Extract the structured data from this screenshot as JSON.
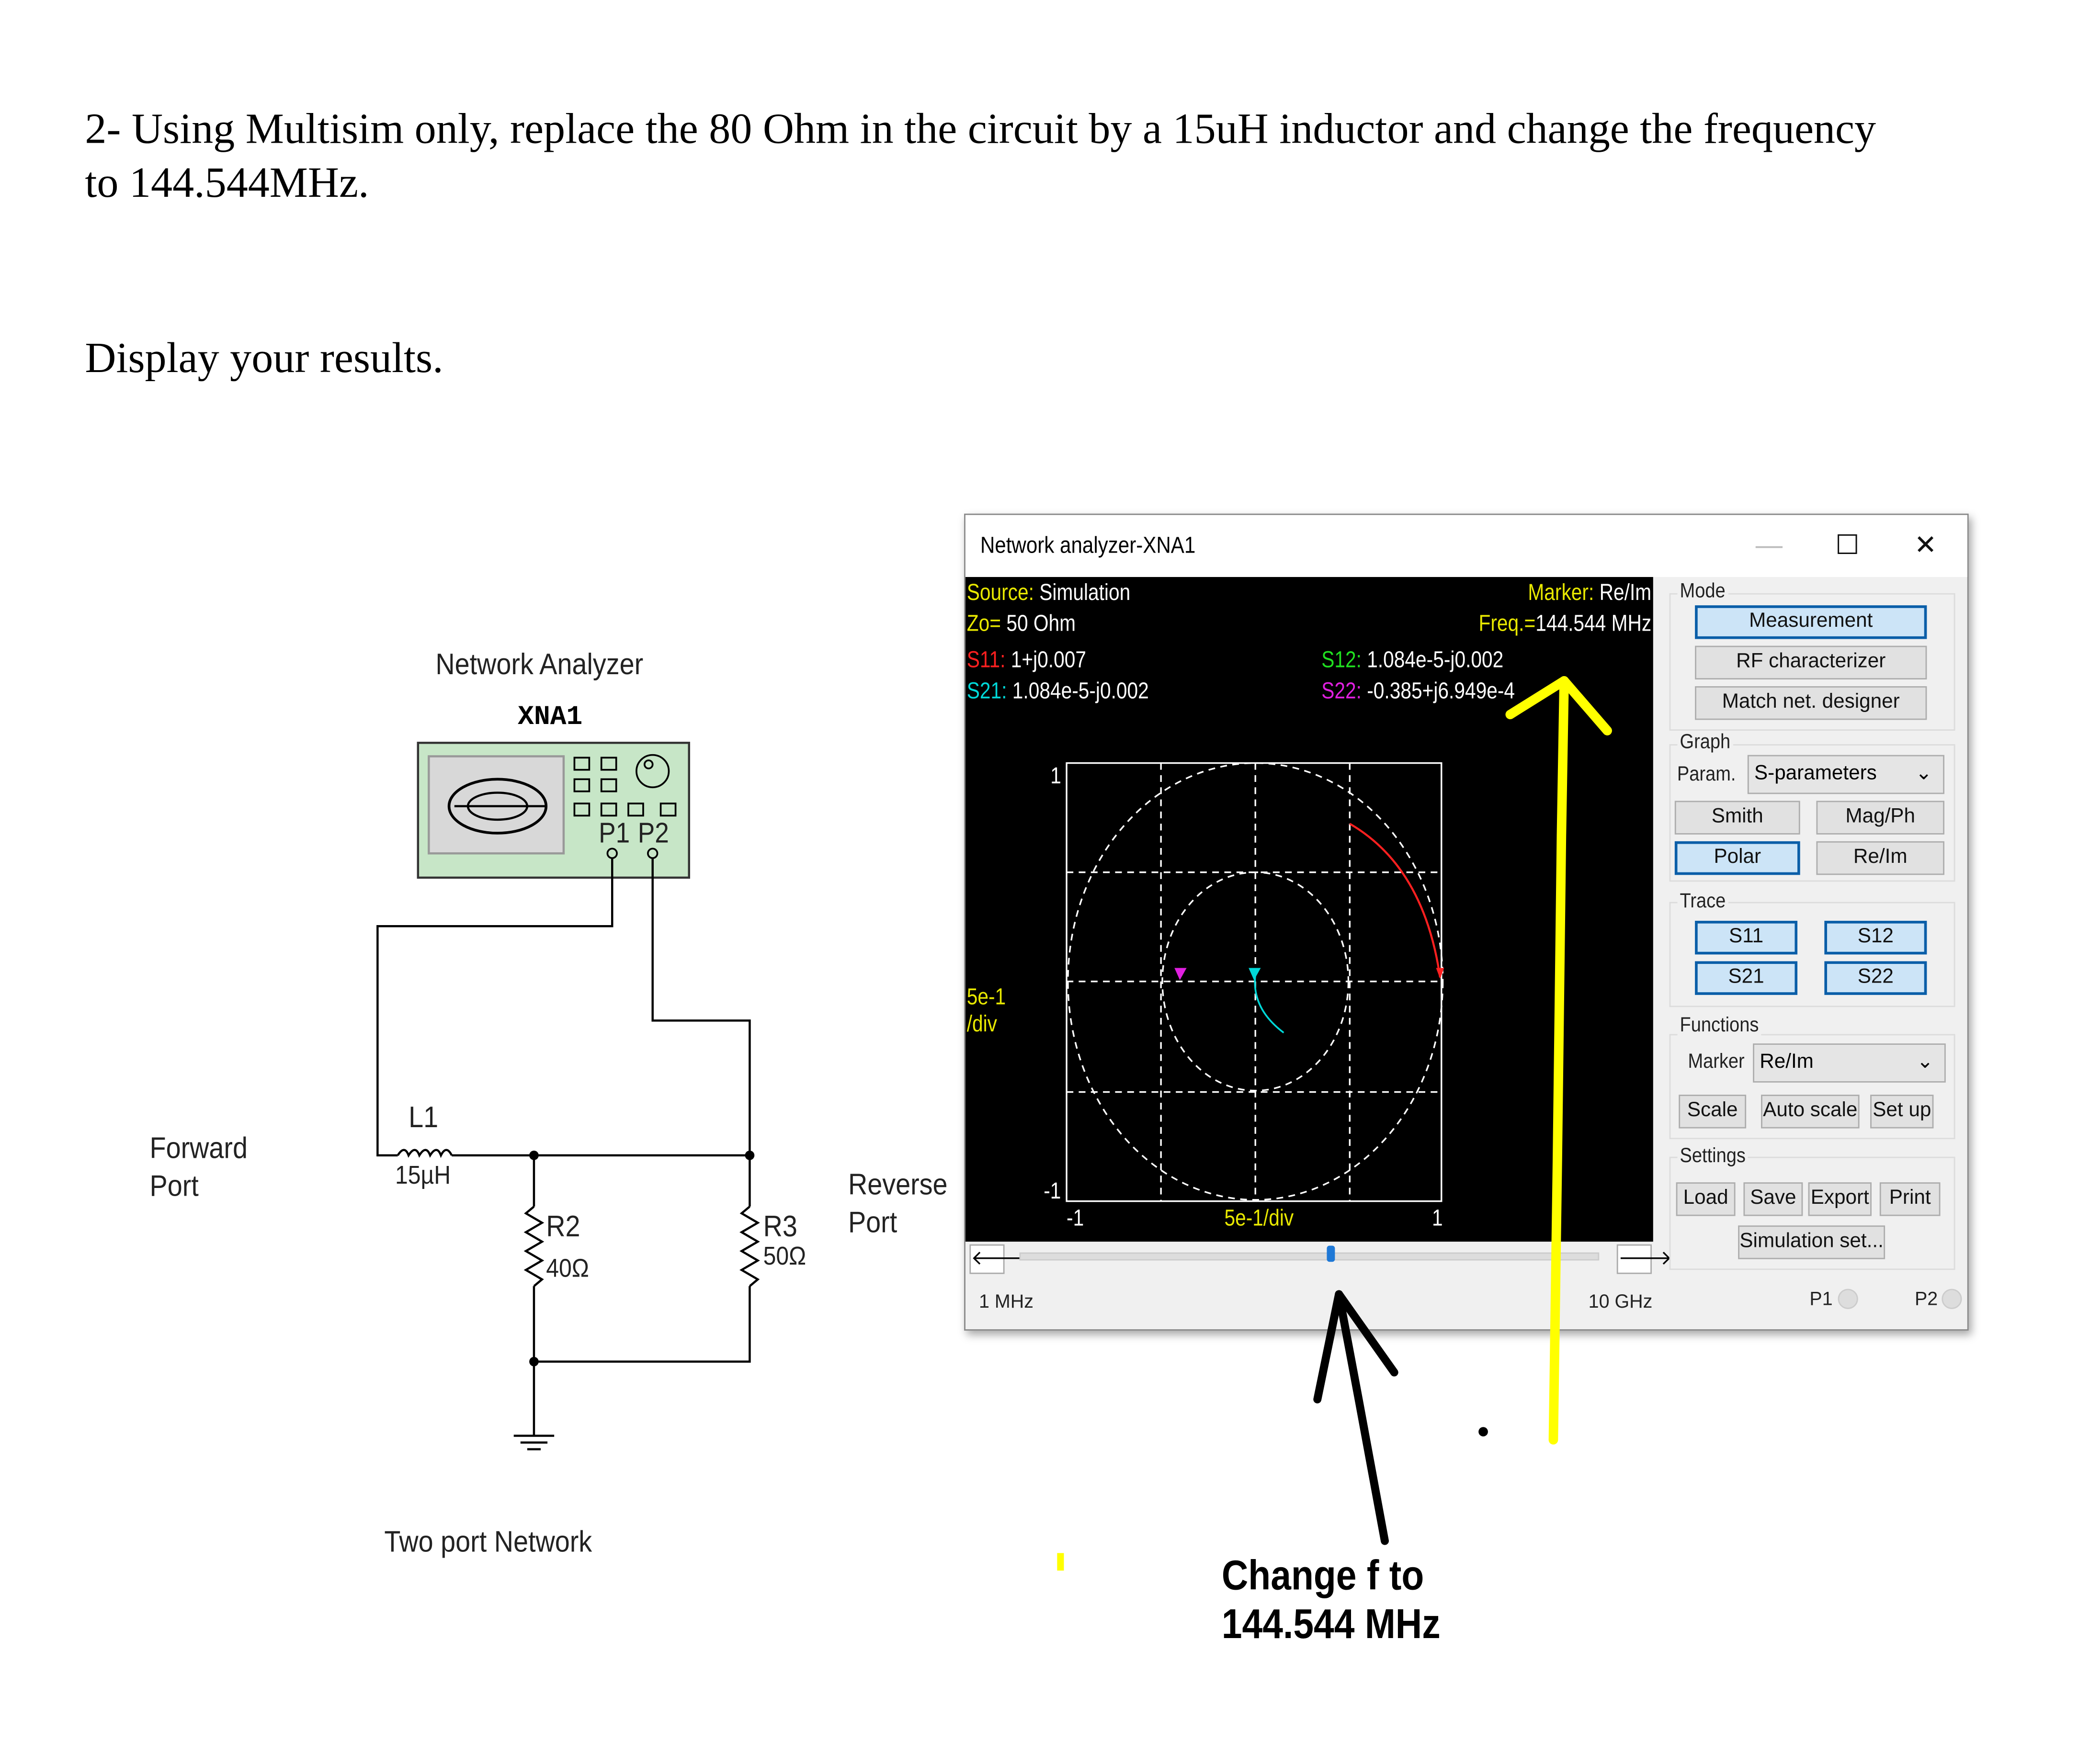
{
  "question": {
    "line1": "2- Using Multisim only, replace the 80 Ohm in the circuit by a 15uH inductor and change the frequency",
    "line2": "to  144.544MHz.",
    "instruction": "Display your results."
  },
  "circuit": {
    "instrument_title": "Network Analyzer",
    "instrument_ref": "XNA1",
    "port1": "P1",
    "port2": "P2",
    "forward_port": [
      "Forward",
      "Port"
    ],
    "reverse_port": [
      "Reverse",
      "Port"
    ],
    "l1": {
      "ref": "L1",
      "value": "15µH"
    },
    "r2": {
      "ref": "R2",
      "value": "40Ω"
    },
    "r3": {
      "ref": "R3",
      "value": "50Ω"
    },
    "caption": "Two port Network"
  },
  "window": {
    "title": "Network analyzer-XNA1",
    "minimize": "—",
    "maximize": "☐",
    "close": "✕",
    "display": {
      "source_label": "Source:",
      "source_value": "Simulation",
      "zo_label": "Zo=",
      "zo_value": "50 Ohm",
      "marker_label": "Marker:",
      "marker_value": "Re/Im",
      "freq_label": "Freq.=",
      "freq_value": "144.544 MHz",
      "s11_label": "S11:",
      "s11_value": "1+j0.007",
      "s21_label": "S21:",
      "s21_value": "1.084e-5-j0.002",
      "s12_label": "S12:",
      "s12_value": "1.084e-5-j0.002",
      "s22_label": "S22:",
      "s22_value": "-0.385+j6.949e-4",
      "y_scale": [
        "5e-1",
        "/div"
      ],
      "y_top": "1",
      "y_bottom": "-1",
      "x_left": "-1",
      "x_scale": "5e-1/div",
      "x_right": "1",
      "colors": {
        "s11": "#ff2020",
        "s21": "#00d8d8",
        "s12": "#20e020",
        "s22": "#e020e0"
      }
    },
    "slider": {
      "min_label": "1 MHz",
      "max_label": "10 GHz",
      "position_fraction": 0.54
    },
    "mode": {
      "label": "Mode",
      "buttons": [
        "Measurement",
        "RF characterizer",
        "Match net. designer"
      ],
      "active": "Measurement"
    },
    "graph": {
      "label": "Graph",
      "param_label": "Param.",
      "param_value": "S-parameters",
      "buttons": [
        "Smith",
        "Mag/Ph",
        "Polar",
        "Re/Im"
      ],
      "active": "Polar"
    },
    "trace": {
      "label": "Trace",
      "buttons": [
        "S11",
        "S12",
        "S21",
        "S22"
      ]
    },
    "functions": {
      "label": "Functions",
      "marker_label": "Marker",
      "marker_value": "Re/Im",
      "buttons": [
        "Scale",
        "Auto scale",
        "Set up"
      ]
    },
    "settings": {
      "label": "Settings",
      "buttons": [
        "Load",
        "Save",
        "Export",
        "Print"
      ],
      "simulation": "Simulation set..."
    },
    "ports": [
      "P1",
      "P2"
    ]
  },
  "annotation": {
    "line1": "Change f to",
    "line2": "144.544 MHz",
    "yellow": "#ffff00"
  }
}
